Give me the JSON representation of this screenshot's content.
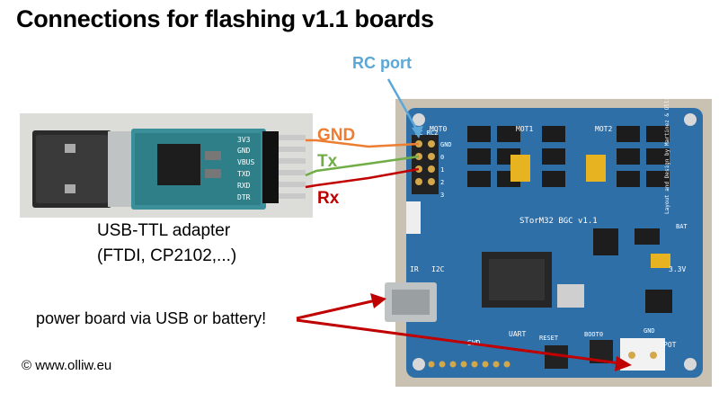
{
  "title": "Connections for flashing v1.1 boards",
  "rc_port_label": "RC port",
  "wires": {
    "gnd": "GND",
    "tx": "Tx",
    "rx": "Rx"
  },
  "adapter_caption": {
    "line1": "USB-TTL adapter",
    "line2": "(FTDI, CP2102,...)"
  },
  "adapter_pins": [
    "3V3",
    "GND",
    "VBUS",
    "TXD",
    "RXD",
    "DTR"
  ],
  "board": {
    "model": "STorM32 BGC v1.1",
    "silkscreen": [
      "MOT0",
      "MOT1",
      "MOT2",
      "RC",
      "RC2",
      "GND",
      "0",
      "1",
      "2",
      "3",
      "IR",
      "I2C",
      "UART",
      "SWD",
      "RESET",
      "BOOT0",
      "3.3V",
      "POT",
      "GND",
      "BAT",
      "Layout and Design by Martinez & OlliW"
    ]
  },
  "power_note": "power board via USB or battery!",
  "copyright": "© www.olliw.eu",
  "colors": {
    "gnd": "#ed7d31",
    "tx": "#70ad47",
    "rx": "#c00000",
    "rc_port": "#5aa7d8",
    "arrow": "#c00000",
    "board": "#2f6fa8",
    "adapter": "#3a8f9a"
  }
}
